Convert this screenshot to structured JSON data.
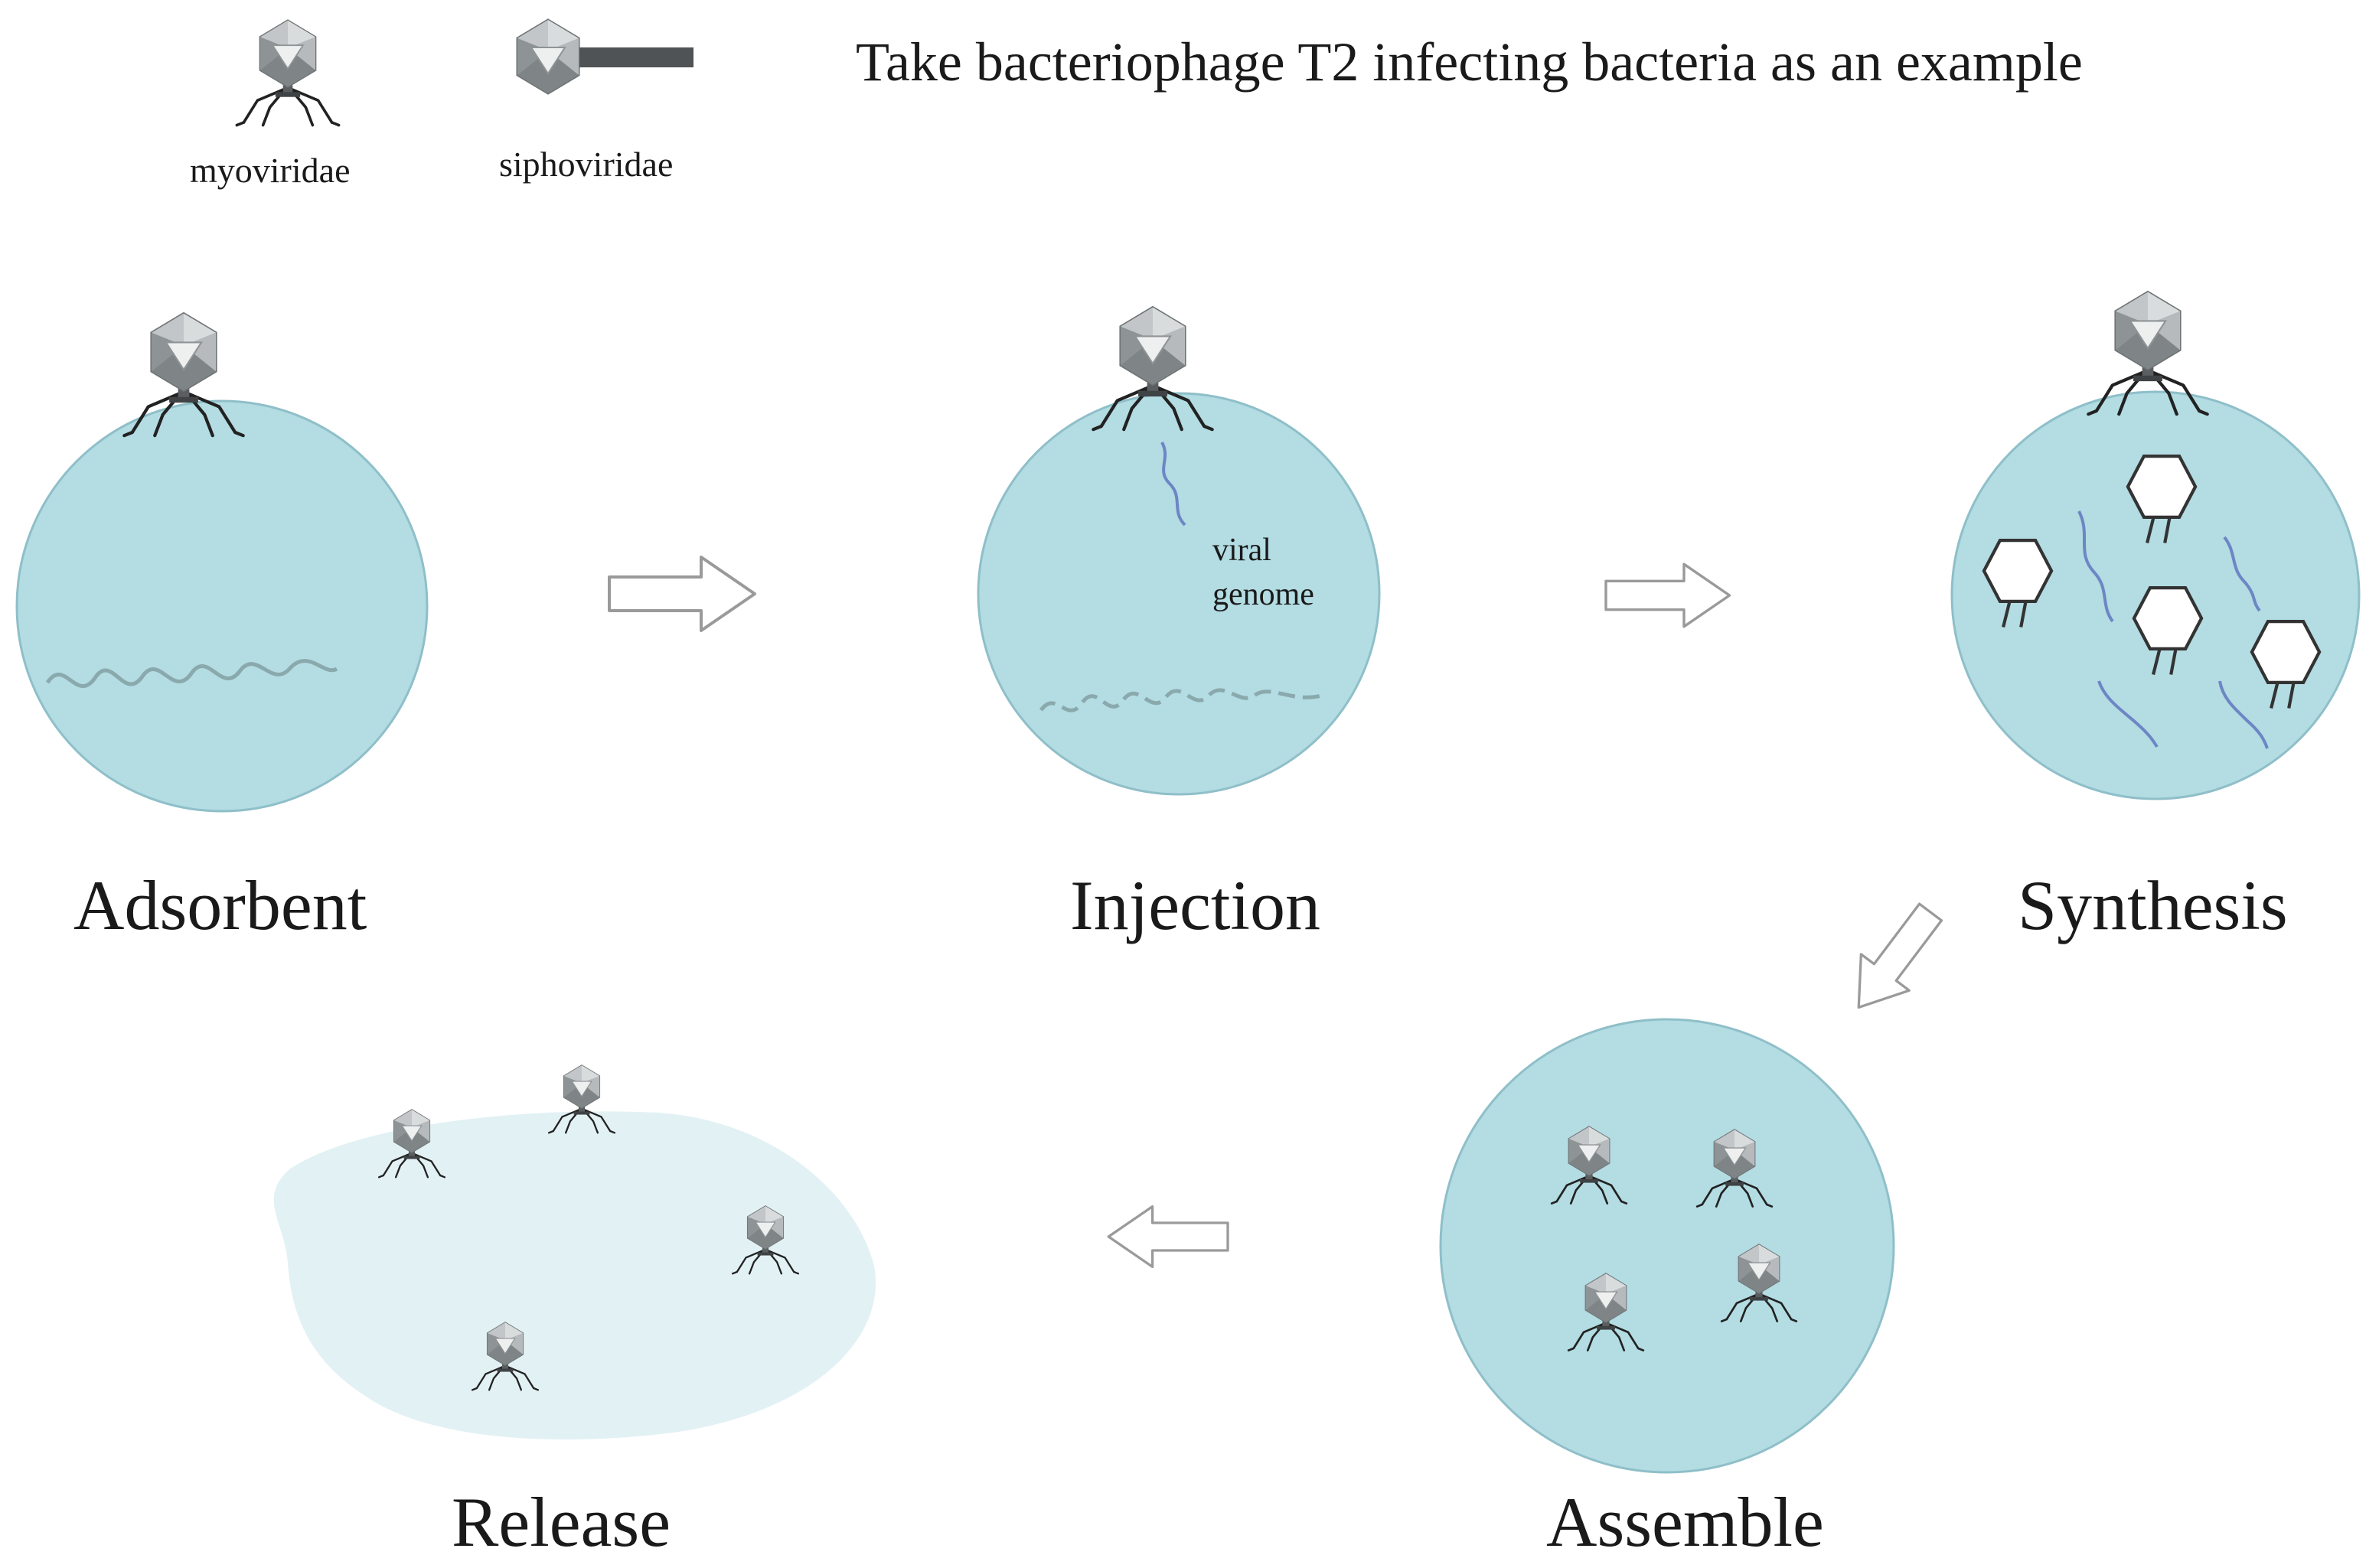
{
  "title": "Take bacteriophage T2 infecting bacteria as an example",
  "legend": {
    "myo_label": "myoviridae",
    "sipho_label": "siphoviridae"
  },
  "stages": {
    "adsorbent": "Adsorbent",
    "injection": "Injection",
    "synthesis": "Synthesis",
    "assemble": "Assemble",
    "release": "Release"
  },
  "annotations": {
    "viral_line1": "viral",
    "viral_line2": "genome"
  },
  "colors": {
    "cell_fill": "#b3dce3",
    "cell_stroke": "#8fbfc9",
    "lysed_fill": "#e2f1f4",
    "phage_gray": "#9ea4a6",
    "genome_blue": "#6d86c4",
    "bacterial_dna": "#8aa9ad",
    "arrow_stroke": "#9a9a9a"
  }
}
